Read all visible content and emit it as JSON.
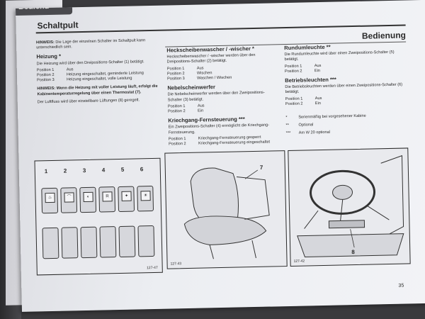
{
  "header": {
    "tab_label": "Bedienu",
    "left_title": "Schaltpult",
    "right_title": "Bedienung"
  },
  "col1": {
    "hinweis_label": "HINWEIS:",
    "hinweis_text": "Die Lage der einzelnen Schalter im Schaltpult kann unterschiedlich sein.",
    "heizung_title": "Heizung *",
    "heizung_intro": "Die Heizung wird über den Dreipositions-Schalter (1) betätigt.",
    "heizung_positions": [
      {
        "k": "Position 1",
        "v": "Aus"
      },
      {
        "k": "Position 2",
        "v": "Heizung eingeschaltet, geminderte Leistung"
      },
      {
        "k": "Position 3",
        "v": "Heizung eingeschaltet, volle Leistung"
      }
    ],
    "hinweis2_label": "HINWEIS:",
    "hinweis2_text": "Wenn die Heizung mit voller Leistung läuft, erfolgt die Kabinentemperaturregelung über einen Thermostat (7).",
    "luftfluss": "Der Luftfluss wird über einstellbare Lüftungen (8) geregelt."
  },
  "col2": {
    "heck_title": "Heckscheibenwascher / -wischer *",
    "heck_intro": "Heckscheibenwascher / -wischer werden über den Dreipositions-Schalter (2) betätigt.",
    "heck_positions": [
      {
        "k": "Position 1",
        "v": "Aus"
      },
      {
        "k": "Position 2",
        "v": "Wischen"
      },
      {
        "k": "Position 3",
        "v": "Waschen / Wischen"
      }
    ],
    "nebel_title": "Nebelscheinwerfer",
    "nebel_intro": "Die Nebelscheinwerfer werden über den Zweipositions-Schalter (3) betätigt.",
    "nebel_positions": [
      {
        "k": "Position 1",
        "v": "Aus"
      },
      {
        "k": "Position 2",
        "v": "Ein"
      }
    ],
    "kriech_title": "Kriechgang-Fernsteuerung ***",
    "kriech_intro": "Ein Zweipositions-Schalter (4) ermöglicht die Kriechgang-Fernsteuerung.",
    "kriech_positions": [
      {
        "k": "Position 1",
        "v": "Kriechgang-Fernsteuerung gesperrt"
      },
      {
        "k": "Position 2",
        "v": "Kriechgang-Fernsteuerung eingeschaltet"
      }
    ]
  },
  "col3": {
    "rund_title": "Rundumleuchte **",
    "rund_intro": "Die Rundumleuchte wird über einen Zweipositions-Schalter (5) betätigt.",
    "rund_positions": [
      {
        "k": "Position 1",
        "v": "Aus"
      },
      {
        "k": "Position 2",
        "v": "Ein"
      }
    ],
    "betr_title": "Betriebsleuchten ***",
    "betr_intro": "Die Betriebsleuchten werden über einen Zweipositions-Schalter (6) betätigt.",
    "betr_positions": [
      {
        "k": "Position 1",
        "v": "Aus"
      },
      {
        "k": "Position 2",
        "v": "Ein"
      }
    ],
    "notes": [
      {
        "m": "*",
        "t": "Serienmäßig bei vorgesehener Kabine"
      },
      {
        "m": "**",
        "t": "Optional"
      },
      {
        "m": "***",
        "t": "Am W 20 optional"
      }
    ]
  },
  "figures": {
    "fig1_no": "127-47",
    "fig2_no": "127-43",
    "fig3_no": "127-42",
    "switch_labels": [
      "1",
      "2",
      "3",
      "4",
      "5",
      "6"
    ],
    "seat_label": "7",
    "vent_label": "8"
  },
  "page_number": "35"
}
